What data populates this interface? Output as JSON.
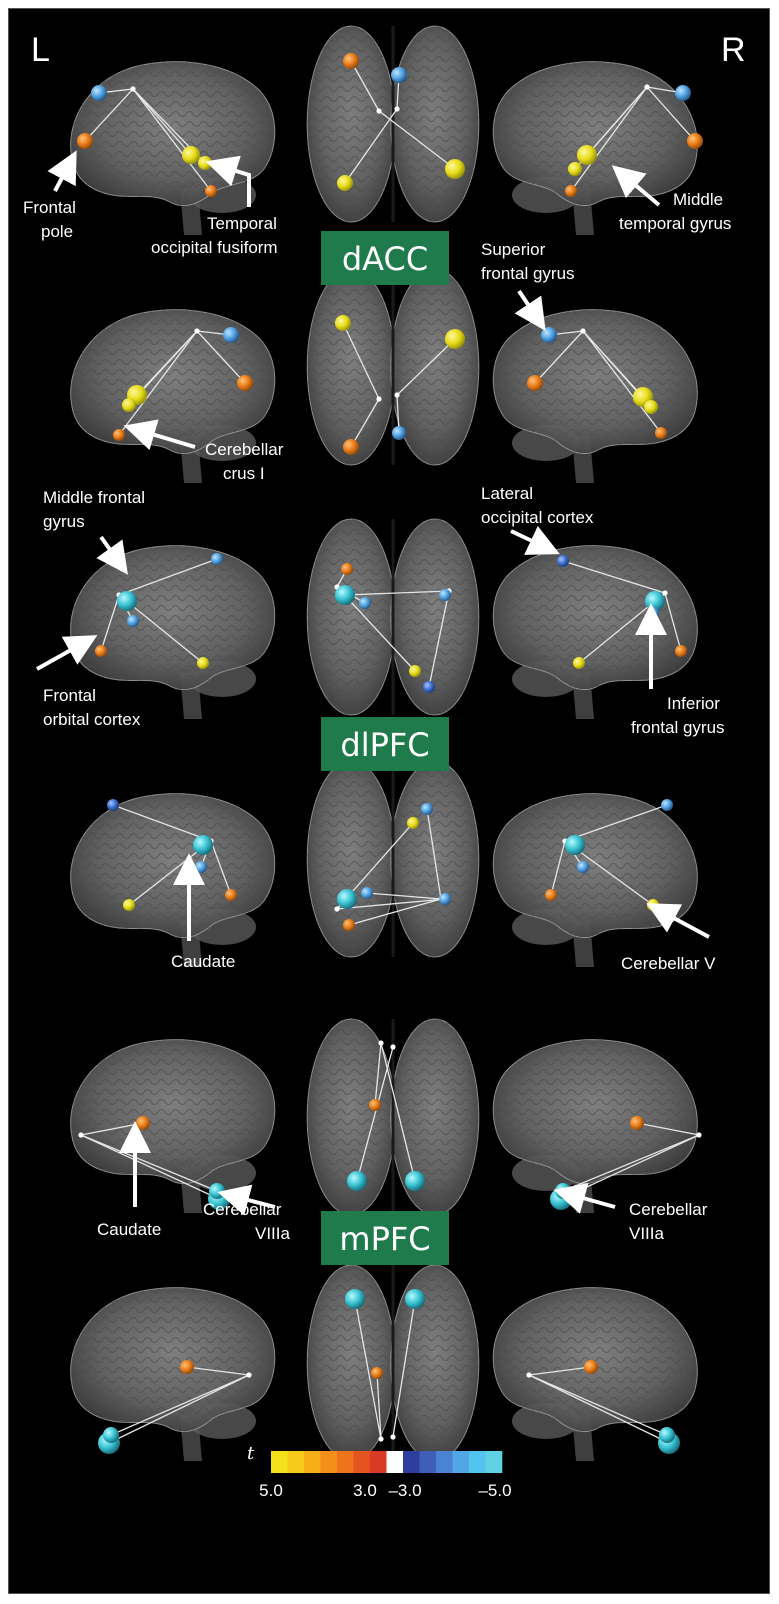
{
  "corner_labels": {
    "left": "L",
    "right": "R"
  },
  "sections": [
    {
      "seed": "dACC"
    },
    {
      "seed": "dlPFC"
    },
    {
      "seed": "mPFC"
    }
  ],
  "annotations": {
    "frontal_pole": [
      "Frontal",
      "pole"
    ],
    "temporal_occipital_fusiform": [
      "Temporal",
      "occipital fusiform"
    ],
    "middle_temporal_gyrus": [
      "Middle",
      "temporal gyrus"
    ],
    "superior_frontal_gyrus": [
      "Superior",
      "frontal gyrus"
    ],
    "cerebellar_crus_i": [
      "Cerebellar",
      "crus I"
    ],
    "middle_frontal_gyrus": [
      "Middle frontal",
      "gyrus"
    ],
    "lateral_occipital_cortex": [
      "Lateral",
      "occipital cortex"
    ],
    "frontal_orbital_cortex": [
      "Frontal",
      "orbital cortex"
    ],
    "inferior_frontal_gyrus": [
      "Inferior",
      "frontal gyrus"
    ],
    "caudate_dlpfc": [
      "Caudate"
    ],
    "cerebellar_v": [
      "Cerebellar V"
    ],
    "caudate_mpfc": [
      "Caudate"
    ],
    "cerebellar_viiia_left": [
      "Cerebellar",
      "VIIIa"
    ],
    "cerebellar_viiia_right": [
      "Cerebellar",
      "VIIIa"
    ]
  },
  "colorbar": {
    "symbol": "t",
    "tick_labels": [
      "5.0",
      "3.0",
      "–3.0",
      "–5.0"
    ],
    "colors": [
      "#f5e11a",
      "#f7cb1a",
      "#f6ae19",
      "#f39019",
      "#ee731c",
      "#e55420",
      "#d93a26",
      "#ffffff",
      "#2c3f9e",
      "#3e5eb8",
      "#4a82d4",
      "#51a6e8",
      "#53c3f0",
      "#61d1e6"
    ]
  },
  "colors": {
    "yellow_node": "#e9e21a",
    "orange_node": "#ea7c18",
    "blue_node": "#4f9fe0",
    "cyan_node": "#3ec4d0",
    "dark_blue_node": "#3a6fcf",
    "seed_box": "#1f7a4c"
  }
}
